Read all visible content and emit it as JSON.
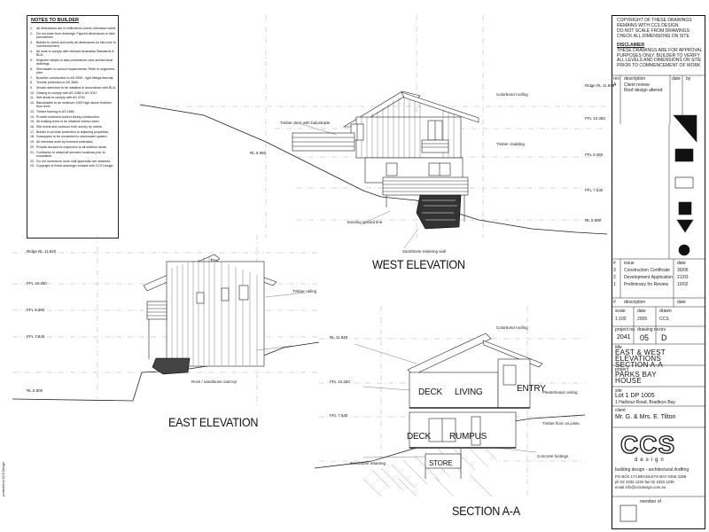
{
  "notes": {
    "title": "NOTES TO BUILDER",
    "items": [
      {
        "n": "1.",
        "t": "All dimensions are in millimetres unless otherwise noted."
      },
      {
        "n": "2.",
        "t": "Do not scale from drawings. Figured dimensions to take precedence."
      },
      {
        "n": "3.",
        "t": "Builder to check and verify all dimensions on site prior to commencement."
      },
      {
        "n": "4.",
        "t": "All work to comply with relevant Australian Standards & BCA."
      },
      {
        "n": "5.",
        "t": "Engineer details to take precedence over architectural drawings."
      },
      {
        "n": "6.",
        "t": "Stormwater to council requirements. Refer to engineers plan."
      },
      {
        "n": "7.",
        "t": "Bushfire construction to AS 3959 - light fittings thermal."
      },
      {
        "n": "8.",
        "t": "Termite protection to AS 3660."
      },
      {
        "n": "9.",
        "t": "Smoke detectors to be installed in accordance with BCA."
      },
      {
        "n": "10.",
        "t": "Glazing to comply with AS 1288 & AS 2047."
      },
      {
        "n": "11.",
        "t": "Wet areas to comply with AS 3740."
      },
      {
        "n": "12.",
        "t": "Balustrades to be minimum 1000 high above finished floor level."
      },
      {
        "n": "13.",
        "t": "Timber framing to AS 1684."
      },
      {
        "n": "14.",
        "t": "Provide sediment control during construction."
      },
      {
        "n": "15.",
        "t": "All existing trees to be retained unless noted."
      },
      {
        "n": "16.",
        "t": "Site levels and contours from survey by others."
      },
      {
        "n": "17.",
        "t": "Builder to provide protection to adjoining properties."
      },
      {
        "n": "18.",
        "t": "Downpipes to be connected to stormwater system."
      },
      {
        "n": "19.",
        "t": "All electrical work by licensed contractor."
      },
      {
        "n": "20.",
        "t": "Provide access for inspection to all subfloor areas."
      },
      {
        "n": "21.",
        "t": "Contractor to obtain all services locations prior to excavation."
      },
      {
        "n": "22.",
        "t": "Do not commence work until approvals are obtained."
      },
      {
        "n": "23.",
        "t": "Copyright of these drawings remains with CCS Design."
      }
    ]
  },
  "views": {
    "west": "WEST ELEVATION",
    "east": "EAST ELEVATION",
    "section": "SECTION A-A"
  },
  "rooms": {
    "deck_upper": "DECK",
    "living": "LIVING",
    "entry": "ENTRY",
    "deck_lower": "DECK",
    "rumpus": "RUMPUS",
    "store": "STORE"
  },
  "levels": {
    "west_ridge": "Ridge RL 11.940",
    "west_ffl1": "FFL 10.350",
    "west_ffl2": "FFL 9.350",
    "west_ffl3": "FFL 7.540",
    "west_ground": "RL 5.800",
    "west_left": "RL 6.980",
    "east_ridge": "Ridge RL 11.940",
    "east_ffl1": "FFL 10.350",
    "east_ffl2": "FFL 9.350",
    "east_ffl3": "FFL 7.540",
    "east_ground": "RL 5.800",
    "sec_ridge": "RL 11.940",
    "sec_ffl1": "FFL 10.350",
    "sec_ffl2": "FFL 7.540"
  },
  "annotations": {
    "west_deck": "Timber deck with balustrade",
    "west_roof": "Colorbond roofing",
    "west_cladding": "Timber cladding",
    "west_rock": "Sandstone retaining wall",
    "west_stairs": "Existing ground line",
    "east_rock": "Rock / sandstone outcrop",
    "east_rail": "Timber railing",
    "sec_roof": "Colorbond roofing",
    "sec_ceiling": "Plasterboard ceiling",
    "sec_floor": "Timber floor on joists",
    "sec_store": "Sandstone retaining",
    "sec_footing": "Concrete footings"
  },
  "titleblock": {
    "head_lines": [
      "COPYRIGHT OF THESE DRAWINGS",
      "REMAINS WITH CCS DESIGN",
      "DO NOT SCALE FROM DRAWINGS",
      "CHECK ALL DIMENSIONS ON SITE"
    ],
    "disclaimer_title": "DISCLAIMER",
    "disclaimer_lines": [
      "THESE DRAWINGS ARE FOR APPROVAL",
      "PURPOSES ONLY. BUILDER TO VERIFY",
      "ALL LEVELS AND DIMENSIONS ON SITE",
      "PRIOR TO COMMENCEMENT OF WORK"
    ],
    "rev_headers": [
      "rev",
      "description",
      "date",
      "by"
    ],
    "rev_rows": [
      {
        "rev": "A",
        "desc": "Client review",
        "date": "",
        "by": ""
      },
      {
        "rev": "",
        "desc": "Roof design altered",
        "date": "",
        "by": ""
      }
    ],
    "issue_headers": [
      "#",
      "issue",
      "date"
    ],
    "issue_rows": [
      {
        "n": "3",
        "issue": "Construction Certificate",
        "date": "30/06"
      },
      {
        "n": "2",
        "issue": "Development Application",
        "date": "21/03"
      },
      {
        "n": "1",
        "issue": "Preliminary for Review",
        "date": "10/02"
      }
    ],
    "issue_footer": [
      "#",
      "description",
      "date"
    ],
    "grid1_labels": [
      "scale",
      "date",
      "drawn"
    ],
    "grid1_values": [
      "1:100",
      "2005",
      "CCS"
    ],
    "project_no_label": "project no.",
    "drawing_no_label": "drawing no.",
    "rev_label": "rev",
    "project_no": "2041",
    "drawing_no": "05",
    "rev": "D",
    "title_label": "title",
    "title_lines": [
      "EAST & WEST",
      "ELEVATIONS",
      "SECTION A-A"
    ],
    "project_label": "project",
    "project_lines": [
      "PARKS BAY",
      "HOUSE"
    ],
    "site_label": "site",
    "site_lot": "Lot 1 DP 1005",
    "site_addr": "1 Harbour Road, Bradleys Bay",
    "client_label": "client",
    "client": "Mr. G. & Mrs. E. Tilton",
    "firm": "CCS",
    "firm_sub": "design",
    "firm_tagline": "building design - architectural drafting",
    "firm_addr": [
      "PO BOX 174 BRADLEYS BAY NSW 2259",
      "ph 02 4333 1234  fax 02 4333 1235",
      "email info@ccsdesign.com.au"
    ],
    "member_label": "member of"
  },
  "side_note": "printed from CCS Design"
}
